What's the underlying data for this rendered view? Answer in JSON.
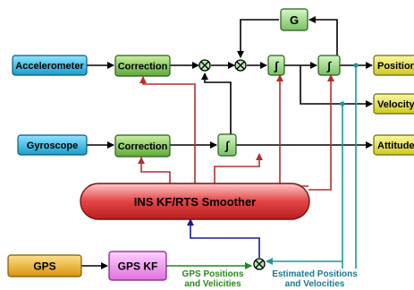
{
  "blocks": {
    "accelerometer": "Accelerometer",
    "correction_accel": "Correction",
    "gyroscope": "Gyroscope",
    "correction_gyro": "Correction",
    "g_block": "G",
    "integrator": "∫",
    "smoother": "INS KF/RTS Smoother",
    "gps": "GPS",
    "gps_kf": "GPS KF"
  },
  "outputs": {
    "position": "Position",
    "velocity": "Velocity",
    "attitude": "Attitude"
  },
  "summing_symbol": "⊗",
  "captions": {
    "gps_line1": "GPS Positions",
    "gps_line2": "and Velicities",
    "est_line1": "Estimated Positions",
    "est_line2": "and Velocities"
  },
  "colors": {
    "sensor": "#29b6e6",
    "correction": "#7cc04c",
    "integrator": "#8cd47a",
    "output": "#e8e23a",
    "smoother": "#d93b3b",
    "gps": "#e8b020",
    "gps_kf": "#ee82ee",
    "red_line": "#b03030",
    "teal_line": "#1a9a9a",
    "blue_line": "#1a1a90",
    "green_line": "#1a8a1a",
    "green_text": "#2a8a1a",
    "teal_text": "#1a7a8a"
  }
}
